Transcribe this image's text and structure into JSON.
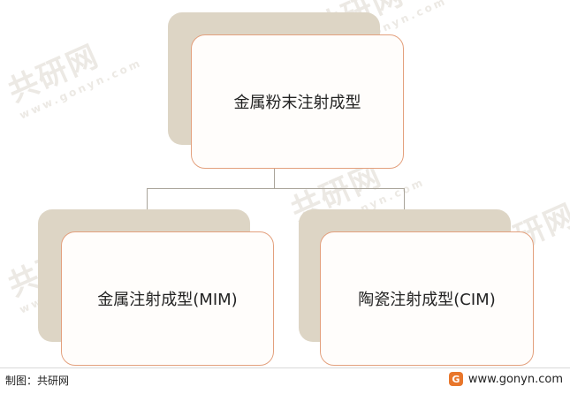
{
  "diagram": {
    "root": {
      "label": "金属粉末注射成型"
    },
    "children": [
      {
        "label": "金属注射成型(MIM)"
      },
      {
        "label": "陶瓷注射成型(CIM)"
      }
    ]
  },
  "watermark": {
    "logo_text": "共研网",
    "url_text": "www.gonyn.com"
  },
  "footer": {
    "credit": "制图：共研网",
    "site_logo_icon": "gonyn-logo-icon",
    "site": "www.gonyn.com"
  },
  "colors": {
    "box_border": "#e3a07d",
    "box_shadow": "#ddd5c5",
    "connector": "#a9a49a",
    "logo": "#e8762b"
  }
}
